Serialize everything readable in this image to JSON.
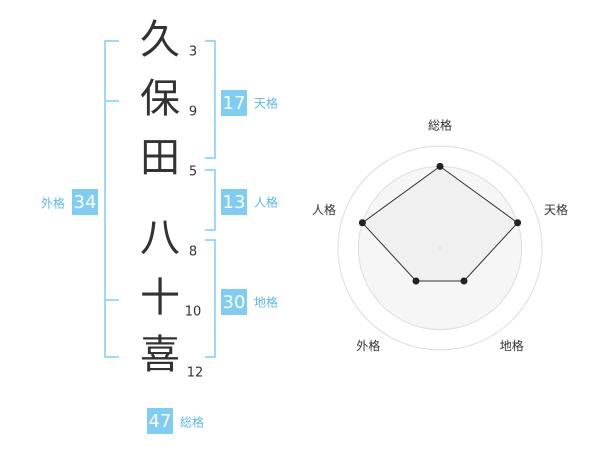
{
  "colors": {
    "accent": "#7fcdf5",
    "label": "#5cb8ea",
    "text": "#333333",
    "radar_ring": "#dddddd",
    "radar_fill": "#eeeeee",
    "radar_point": "#222222"
  },
  "name": {
    "characters": [
      {
        "char": "久",
        "strokes": "3"
      },
      {
        "char": "保",
        "strokes": "9"
      },
      {
        "char": "田",
        "strokes": "5"
      },
      {
        "char": "八",
        "strokes": "8"
      },
      {
        "char": "十",
        "strokes": "10"
      },
      {
        "char": "喜",
        "strokes": "12"
      }
    ]
  },
  "fortunes": {
    "tenkaku": {
      "value": "17",
      "label": "天格"
    },
    "jinkaku": {
      "value": "13",
      "label": "人格"
    },
    "chikaku": {
      "value": "30",
      "label": "地格"
    },
    "gaikaku": {
      "value": "34",
      "label": "外格"
    },
    "soukaku": {
      "value": "47",
      "label": "総格"
    }
  },
  "chart_data": {
    "type": "radar",
    "axes": [
      "総格",
      "天格",
      "地格",
      "外格",
      "人格"
    ],
    "values": [
      4,
      4,
      2,
      2,
      4
    ],
    "max": 5,
    "rings": 5,
    "grid": true,
    "legend": "none"
  }
}
